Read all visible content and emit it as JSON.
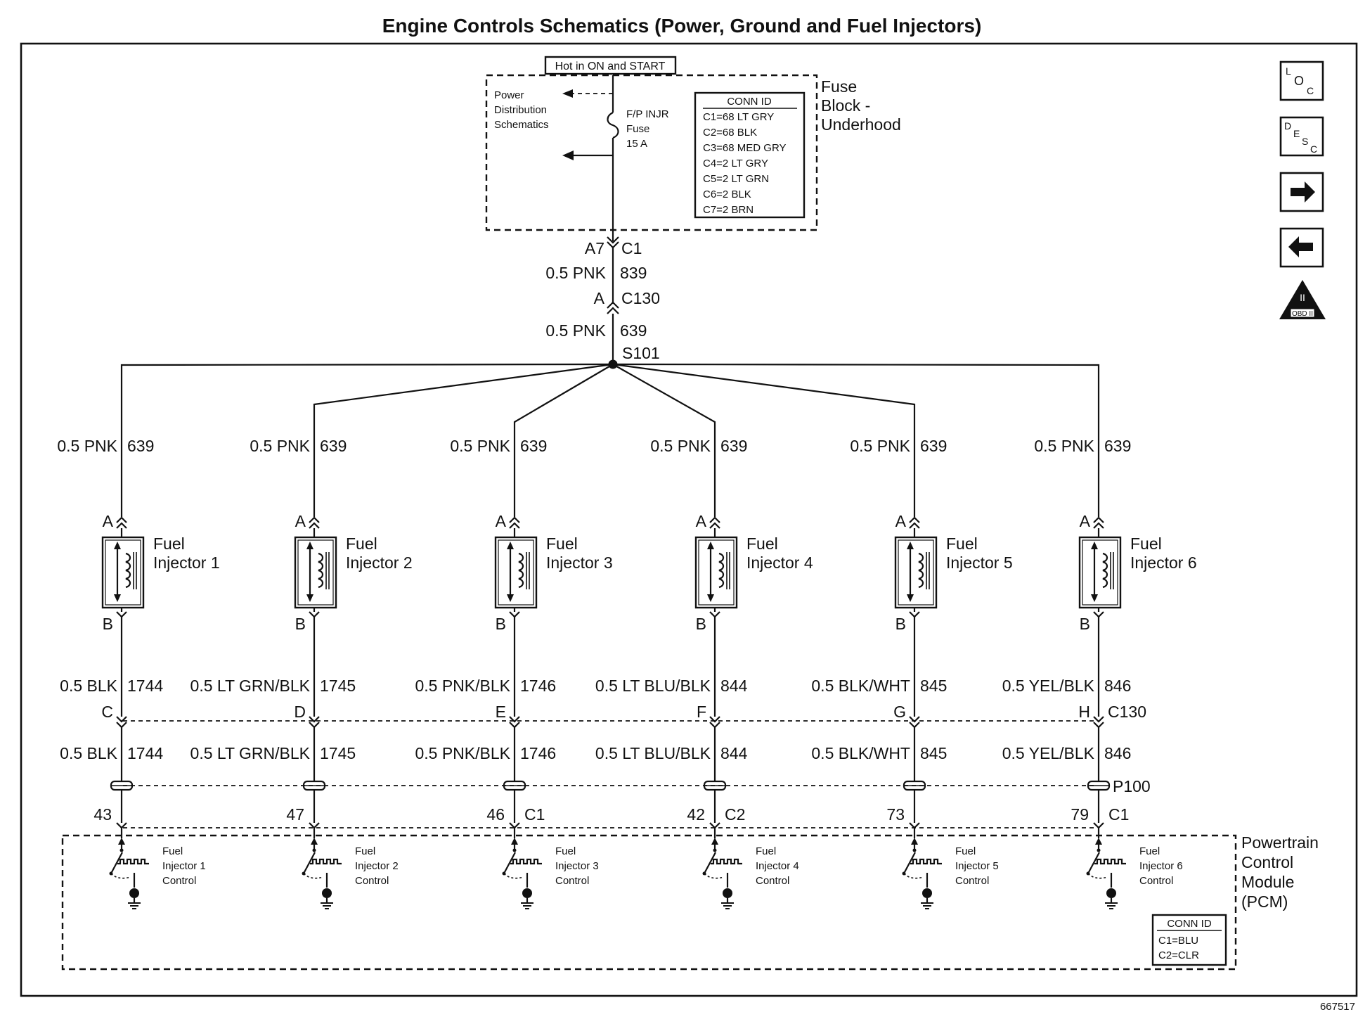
{
  "title": "Engine Controls Schematics (Power, Ground and Fuel Injectors)",
  "hot_label": "Hot in ON and START",
  "fuse_block": {
    "name_lines": [
      "Fuse",
      "Block -",
      "Underhood"
    ],
    "power_dist_lines": [
      "Power",
      "Distribution",
      "Schematics"
    ],
    "fuse_lines": [
      "F/P INJR",
      "Fuse",
      "15 A"
    ],
    "conn_id_title": "CONN ID",
    "conn_ids": [
      "C1=68 LT GRY",
      "C2=68 BLK",
      "C3=68 MED GRY",
      "C4=2 LT GRY",
      "C5=2 LT GRN",
      "C6=2 BLK",
      "C7=2 BRN"
    ]
  },
  "main_feed": {
    "pin_a7": "A7",
    "conn_c1": "C1",
    "wire1_color": "0.5 PNK",
    "wire1_circuit": "839",
    "pin_a": "A",
    "conn_c130": "C130",
    "wire2_color": "0.5 PNK",
    "wire2_circuit": "639",
    "splice": "S101"
  },
  "injectors": [
    {
      "name_lines": [
        "Fuel",
        "Injector 1"
      ],
      "feed_color": "0.5 PNK",
      "feed_circuit": "639",
      "pin_top": "A",
      "pin_bottom": "B",
      "ctrl_color": "0.5 BLK",
      "ctrl_circuit": "1744",
      "c130_pin": "C",
      "ctrl_color2": "0.5 BLK",
      "ctrl_circuit2": "1744",
      "pcm_pin": "43",
      "pcm_conn": "",
      "pcm_label_lines": [
        "Fuel",
        "Injector 1",
        "Control"
      ]
    },
    {
      "name_lines": [
        "Fuel",
        "Injector 2"
      ],
      "feed_color": "0.5 PNK",
      "feed_circuit": "639",
      "pin_top": "A",
      "pin_bottom": "B",
      "ctrl_color": "0.5 LT GRN/BLK",
      "ctrl_circuit": "1745",
      "c130_pin": "D",
      "ctrl_color2": "0.5 LT GRN/BLK",
      "ctrl_circuit2": "1745",
      "pcm_pin": "47",
      "pcm_conn": "",
      "pcm_label_lines": [
        "Fuel",
        "Injector 2",
        "Control"
      ]
    },
    {
      "name_lines": [
        "Fuel",
        "Injector 3"
      ],
      "feed_color": "0.5 PNK",
      "feed_circuit": "639",
      "pin_top": "A",
      "pin_bottom": "B",
      "ctrl_color": "0.5 PNK/BLK",
      "ctrl_circuit": "1746",
      "c130_pin": "E",
      "ctrl_color2": "0.5 PNK/BLK",
      "ctrl_circuit2": "1746",
      "pcm_pin": "46",
      "pcm_conn": "C1",
      "pcm_label_lines": [
        "Fuel",
        "Injector 3",
        "Control"
      ]
    },
    {
      "name_lines": [
        "Fuel",
        "Injector 4"
      ],
      "feed_color": "0.5 PNK",
      "feed_circuit": "639",
      "pin_top": "A",
      "pin_bottom": "B",
      "ctrl_color": "0.5 LT BLU/BLK",
      "ctrl_circuit": "844",
      "c130_pin": "F",
      "ctrl_color2": "0.5 LT BLU/BLK",
      "ctrl_circuit2": "844",
      "pcm_pin": "42",
      "pcm_conn": "C2",
      "pcm_label_lines": [
        "Fuel",
        "Injector 4",
        "Control"
      ]
    },
    {
      "name_lines": [
        "Fuel",
        "Injector 5"
      ],
      "feed_color": "0.5 PNK",
      "feed_circuit": "639",
      "pin_top": "A",
      "pin_bottom": "B",
      "ctrl_color": "0.5 BLK/WHT",
      "ctrl_circuit": "845",
      "c130_pin": "G",
      "ctrl_color2": "0.5 BLK/WHT",
      "ctrl_circuit2": "845",
      "pcm_pin": "73",
      "pcm_conn": "",
      "pcm_label_lines": [
        "Fuel",
        "Injector 5",
        "Control"
      ]
    },
    {
      "name_lines": [
        "Fuel",
        "Injector 6"
      ],
      "feed_color": "0.5 PNK",
      "feed_circuit": "639",
      "pin_top": "A",
      "pin_bottom": "B",
      "ctrl_color": "0.5 YEL/BLK",
      "ctrl_circuit": "846",
      "c130_pin": "H",
      "ctrl_color2": "0.5 YEL/BLK",
      "ctrl_circuit2": "846",
      "pcm_pin": "79",
      "pcm_conn": "C1",
      "pcm_label_lines": [
        "Fuel",
        "Injector 6",
        "Control"
      ]
    }
  ],
  "c130_label": "C130",
  "p100_label": "P100",
  "pcm": {
    "name_lines": [
      "Powertrain",
      "Control",
      "Module",
      "(PCM)"
    ],
    "conn_id_title": "CONN ID",
    "conn_ids": [
      "C1=BLU",
      "C2=CLR"
    ]
  },
  "icons": {
    "loc": [
      "L",
      "O",
      "C"
    ],
    "desc": [
      "D",
      "E",
      "S",
      "C"
    ],
    "obd_mark": "II",
    "obd_label": "OBD II"
  },
  "figure_id": "667517"
}
